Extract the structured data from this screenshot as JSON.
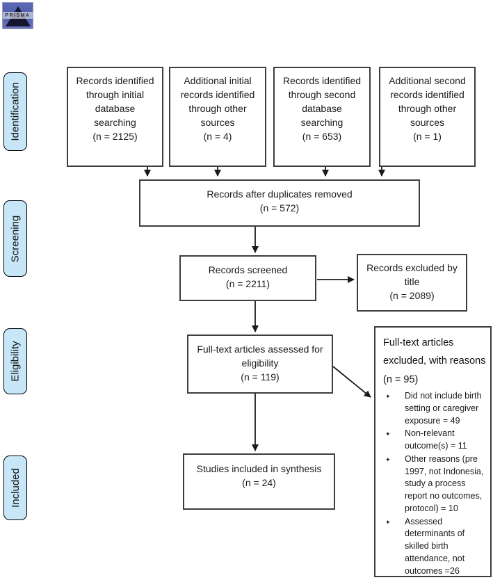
{
  "logo": {
    "text": "PRISMA"
  },
  "stages": [
    {
      "label": "Identification"
    },
    {
      "label": "Screening"
    },
    {
      "label": "Eligibility"
    },
    {
      "label": "Included"
    }
  ],
  "nodes": {
    "initial_db": {
      "text": "Records identified through initial database searching",
      "n": "(n = 2125)"
    },
    "initial_other": {
      "text": "Additional initial records identified through other sources",
      "n": "(n = 4)"
    },
    "second_db": {
      "text": "Records identified through second database searching",
      "n": "(n = 653)"
    },
    "second_other": {
      "text": "Additional second records identified through other sources",
      "n": "(n = 1)"
    },
    "duplicates_removed": {
      "text": "Records after duplicates removed",
      "n": "(n = 572)"
    },
    "screened": {
      "text": "Records screened",
      "n": "(n = 2211)"
    },
    "excluded_title": {
      "text": "Records excluded by title",
      "n": "(n = 2089)"
    },
    "fulltext_assessed": {
      "text": "Full-text articles assessed for eligibility",
      "n": "(n = 119)"
    },
    "included_synthesis": {
      "text": "Studies included in synthesis",
      "n": "(n = 24)"
    }
  },
  "exclusion_box": {
    "heading": "Full-text articles excluded, with reasons (n = 95)",
    "bullet_icon": "✦",
    "reasons": [
      "Did not include birth setting or caregiver exposure = 49",
      "Non-relevant outcome(s) = 11",
      "Other reasons (pre 1997, not Indonesia, study a process report no outcomes, protocol) = 10",
      "Assessed determinants of skilled birth attendance, not outcomes =26"
    ]
  },
  "colors": {
    "stage_fill": "#c7e7f8",
    "box_border": "#3d3d3d",
    "arrow": "#1a1a1a"
  }
}
